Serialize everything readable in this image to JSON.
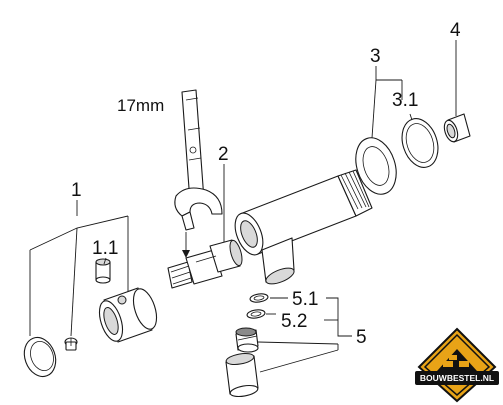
{
  "diagram": {
    "tool_label": "17mm",
    "callouts": {
      "c1": "1",
      "c1_1": "1.1",
      "c2": "2",
      "c3": "3",
      "c3_1": "3.1",
      "c4": "4",
      "c5": "5",
      "c5_1": "5.1",
      "c5_2": "5.2"
    }
  },
  "logo": {
    "text": "BOUWBESTEL.NL",
    "colors": {
      "badge": "#111111",
      "accent": "#e8a317",
      "text": "#ffffff"
    }
  }
}
